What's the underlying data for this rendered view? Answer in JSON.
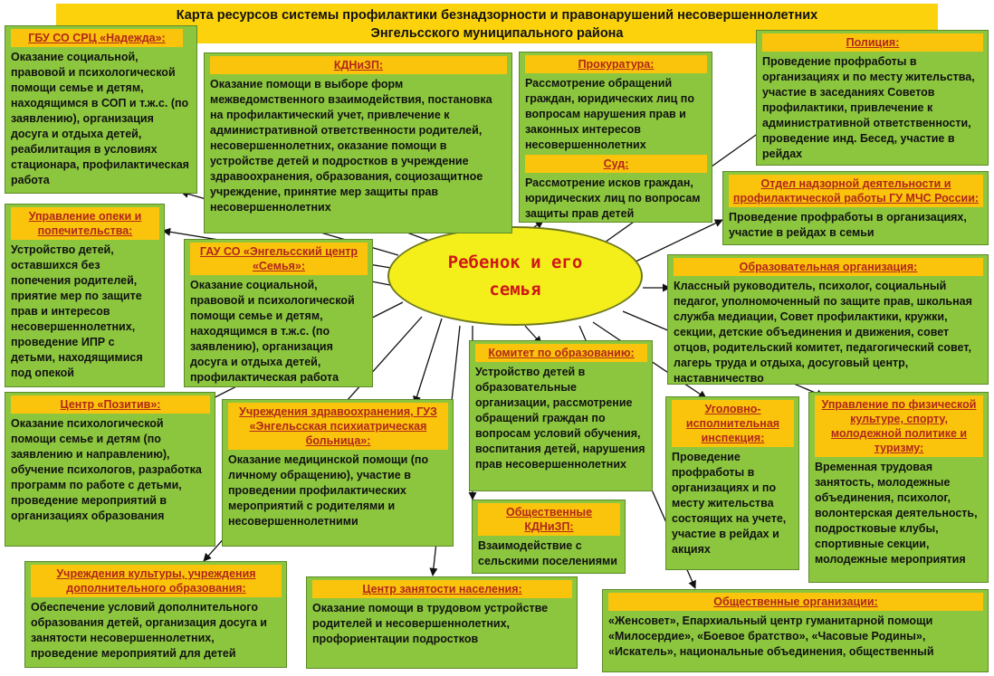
{
  "title": {
    "line1": "Карта ресурсов системы профилактики безнадзорности и правонарушений несовершеннолетних",
    "line2": "Энгельсского муниципального района"
  },
  "center": {
    "label": "Ребенок и его семья"
  },
  "boxes": {
    "nadezhda": {
      "header": "ГБУ СО СРЦ «Надежда»:",
      "text": "Оказание социальной, правовой и психологической помощи семье и детям, находящимся в СОП и т.ж.с. (по заявлению), организация досуга и отдыха детей, реабилитация в условиях стационара, профилактическая работа"
    },
    "kdn": {
      "header": "КДНиЗП:",
      "text": "Оказание помощи в выборе форм межведомственного взаимодействия, постановка на профилактический учет, привлечение к административной ответственности родителей, несовершеннолетних, оказание помощи в устройстве детей и подростков в учреждение здравоохранения, образования, социозащитное учреждение, принятие мер защиты прав несовершеннолетних"
    },
    "prokuratura": {
      "header": "Прокуратура:",
      "text": "Рассмотрение обращений граждан, юридических лиц по вопросам нарушения прав и законных интересов несовершеннолетних"
    },
    "sud": {
      "header": "Суд:",
      "text": "Рассмотрение исков граждан, юридических лиц по вопросам защиты прав детей"
    },
    "policiya": {
      "header": "Полиция:",
      "text": "Проведение профработы в организациях и по месту жительства, участие в заседаниях Советов профилактики, привлечение к административной ответственности, проведение инд. Бесед, участие в рейдах"
    },
    "mchs": {
      "header": "Отдел надзорной деятельности и профилактической работы ГУ МЧС России:",
      "text": "Проведение профработы в организациях, участие в рейдах в семьи"
    },
    "opeka": {
      "header": "Управление опеки и попечительства:",
      "text": "Устройство детей, оставшихся без попечения родителей, приятие мер по защите прав и интересов несовершеннолетних, проведение ИПР с детьми, находящимися под опекой"
    },
    "semya": {
      "header": "ГАУ СО «Энгельсский центр «Семья»:",
      "text": "Оказание социальной, правовой и психологической помощи семье и детям, находящимся в т.ж.с. (по заявлению), организация досуга и отдыха детей, профилактическая работа"
    },
    "obrazovatelnaya": {
      "header": "Образовательная организация:",
      "text": "Классный руководитель, психолог, социальный педагог, уполномоченный по защите прав, школьная служба медиации, Совет профилактики, кружки, секции, детские объединения и движения, совет отцов, родительский комитет, педагогический совет, лагерь труда и отдыха, досуговый центр, наставничество"
    },
    "pozitiv": {
      "header": "Центр «Позитив»:",
      "text": "Оказание психологической помощи семье и детям (по заявлению и направлению), обучение психологов, разработка программ по работе с детьми, проведение мероприятий в организациях образования"
    },
    "zdravoohranenie": {
      "header": "Учреждения здравоохранения, ГУЗ «Энгельсская психиатрическая больница»:",
      "text": "Оказание медицинской помощи (по личному обращению), участие в проведении профилактических мероприятий с родителями и несовершеннолетними"
    },
    "komitet": {
      "header": "Комитет по образованию:",
      "text": "Устройство детей в образовательные организации, рассмотрение обращений граждан по вопросам условий обучения, воспитания детей, нарушения прав несовершеннолетних"
    },
    "ugolovno": {
      "header": "Уголовно-исполнительная инспекция:",
      "text": "Проведение профработы в организациях и по месту жительства состоящих на учете, участие в рейдах и акциях"
    },
    "sport": {
      "header": "Управление по физической культуре, спорту, молодежной политике и туризму:",
      "text": "Временная трудовая занятость, молодежные объединения, психолог, волонтерская деятельность, подростковые клубы, спортивные секции, молодежные мероприятия"
    },
    "obsch_kdn": {
      "header": "Общественные КДНиЗП:",
      "text": "Взаимодействие с сельскими поселениями"
    },
    "kultura": {
      "header": "Учреждения культуры, учреждения дополнительного образования:",
      "text": "Обеспечение условий дополнительного образования детей, организация досуга и занятости несовершеннолетних, проведение мероприятий для детей"
    },
    "zanyatost": {
      "header": "Центр занятости населения:",
      "text": "Оказание помощи в трудовом устройстве родителей и несовершеннолетних, профориентации подростков"
    },
    "obsch_org": {
      "header": "Общественные организации:",
      "text": "«Женсовет», Епархиальный центр гуманитарной помощи «Милосердие», «Боевое братство», «Часовые Родины», «Искатель», национальные объединения, общественный"
    }
  }
}
